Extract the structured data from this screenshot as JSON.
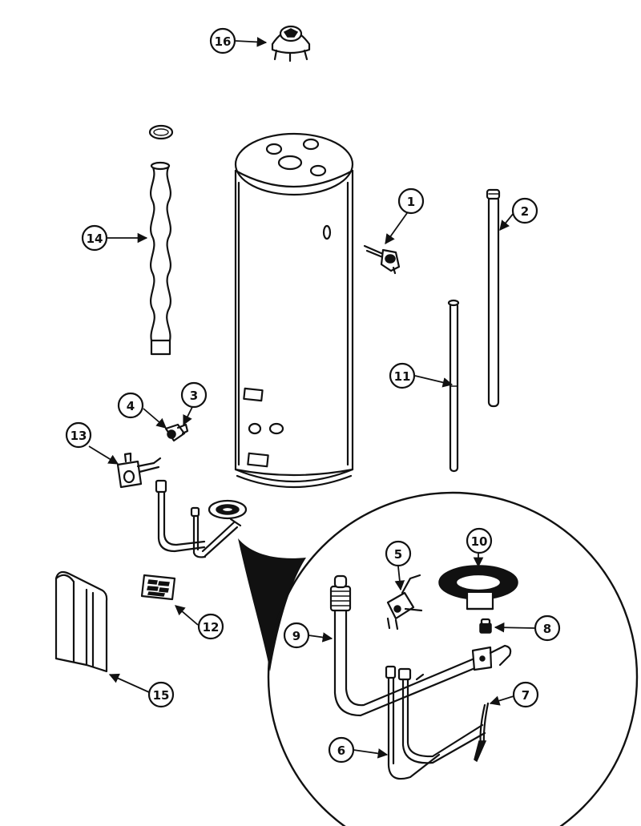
{
  "callouts": [
    {
      "id": "callout-1",
      "label": "1"
    },
    {
      "id": "callout-2",
      "label": "2"
    },
    {
      "id": "callout-3",
      "label": "3"
    },
    {
      "id": "callout-4",
      "label": "4"
    },
    {
      "id": "callout-5",
      "label": "5"
    },
    {
      "id": "callout-6",
      "label": "6"
    },
    {
      "id": "callout-7",
      "label": "7"
    },
    {
      "id": "callout-8",
      "label": "8"
    },
    {
      "id": "callout-9",
      "label": "9"
    },
    {
      "id": "callout-10",
      "label": "10"
    },
    {
      "id": "callout-11",
      "label": "11"
    },
    {
      "id": "callout-12",
      "label": "12"
    },
    {
      "id": "callout-13",
      "label": "13"
    },
    {
      "id": "callout-14",
      "label": "14"
    },
    {
      "id": "callout-15",
      "label": "15"
    },
    {
      "id": "callout-16",
      "label": "16"
    }
  ],
  "colors": {
    "ink": "#111111",
    "paper": "#ffffff"
  }
}
